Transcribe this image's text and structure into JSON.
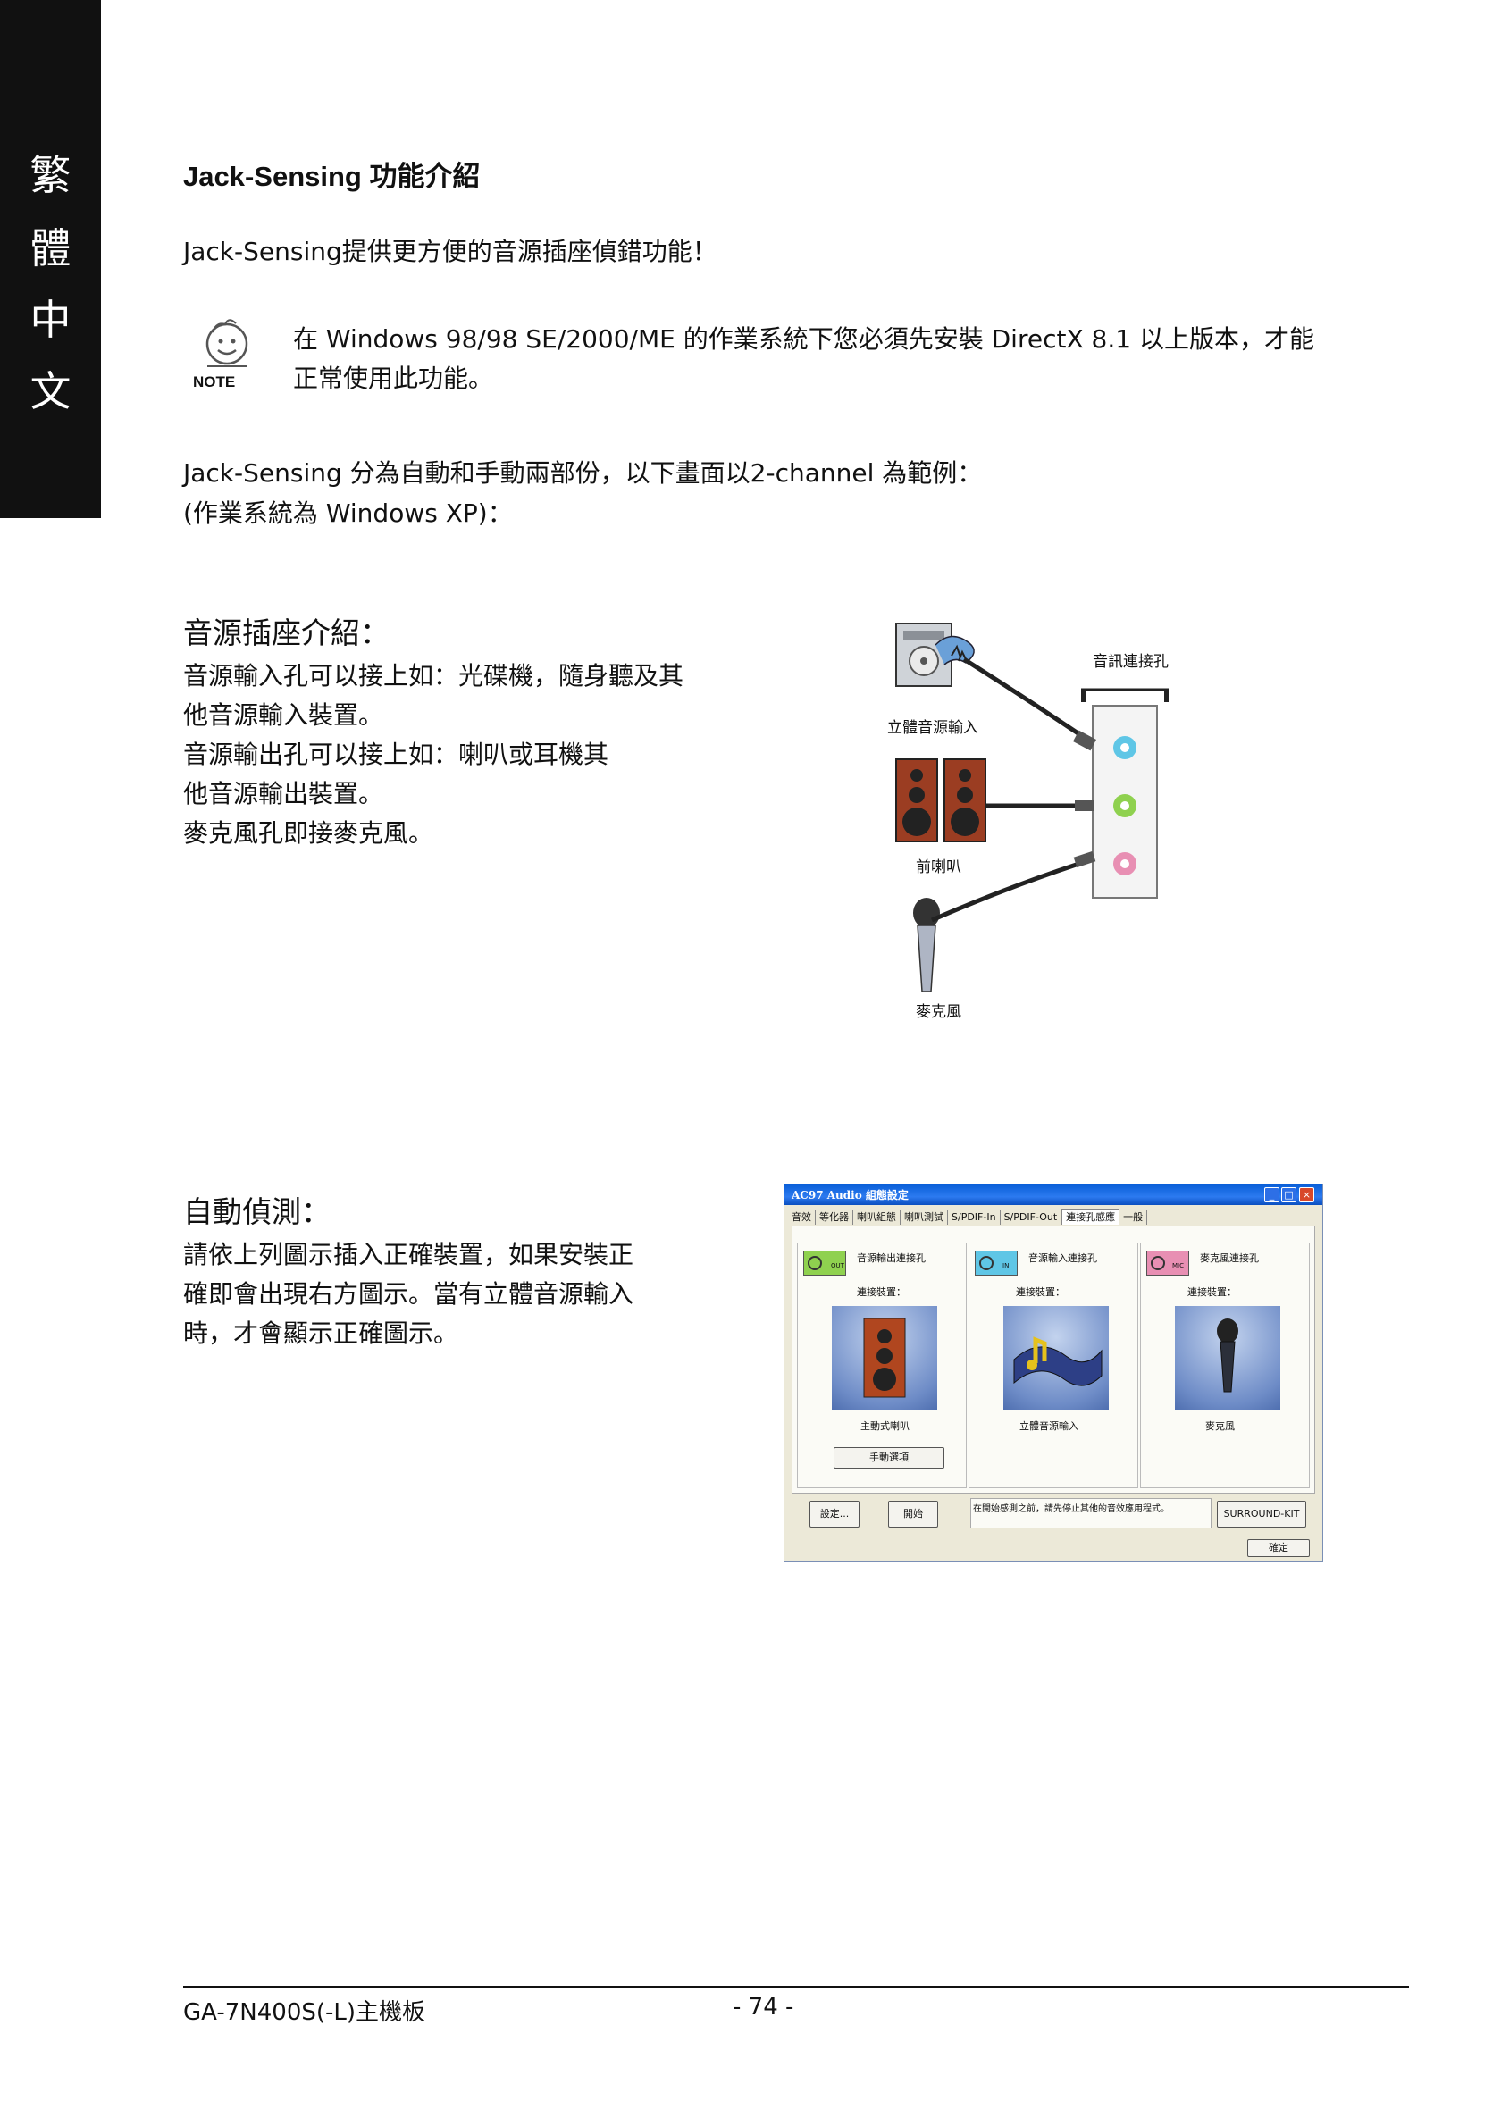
{
  "side_tab": {
    "chars": [
      "繁",
      "體",
      "中",
      "文"
    ]
  },
  "heading": "Jack-Sensing 功能介紹",
  "intro": "Jack-Sensing提供更方便的音源插座偵錯功能！",
  "note": {
    "icon_label": "NOTE",
    "line1": "在 Windows 98/98 SE/2000/ME 的作業系統下您必須先安裝 DirectX 8.1 以上版本，才能",
    "line2": "正常使用此功能。"
  },
  "para": {
    "line1": "Jack-Sensing 分為自動和手動兩部份，以下畫面以2-channel 為範例：",
    "line2": "(作業系統為 Windows XP)："
  },
  "jack_section": {
    "title": "音源插座介紹：",
    "lines": [
      "音源輸入孔可以接上如：光碟機，隨身聽及其",
      "他音源輸入裝置。",
      "音源輸出孔可以接上如：喇叭或耳機其",
      "他音源輸出裝置。",
      "麥克風孔即接麥克風。"
    ]
  },
  "diagram": {
    "label_jacks": "音訊連接孔",
    "label_line_in": "立體音源輸入",
    "label_speakers": "前喇叭",
    "label_mic": "麥克風",
    "colors": {
      "line_in": "#5fc6e6",
      "line_out": "#8fd14f",
      "mic": "#e88fb3"
    }
  },
  "auto_section": {
    "title": "自動偵測：",
    "lines": [
      "請依上列圖示插入正確裝置，如果安裝正",
      "確即會出現右方圖示。當有立體音源輸入",
      "時，才會顯示正確圖示。"
    ]
  },
  "dialog": {
    "title": "AC97 Audio 組態設定",
    "buttons": {
      "minimize": "_",
      "maximize": "□",
      "close": "×"
    },
    "tabs": [
      "音效",
      "等化器",
      "喇叭組態",
      "喇叭測試",
      "S/PDIF-In",
      "S/PDIF-Out",
      "連接孔感應",
      "一般"
    ],
    "active_tab": "連接孔感應",
    "groups": [
      {
        "port": "音源輸出連接孔",
        "device_label": "連接裝置：",
        "caption": "主動式喇叭",
        "jack_color": "#8fd14f",
        "jack_tag": "OUT"
      },
      {
        "port": "音源輸入連接孔",
        "device_label": "連接裝置：",
        "caption": "立體音源輸入",
        "jack_color": "#5fc6e6",
        "jack_tag": "IN"
      },
      {
        "port": "麥克風連接孔",
        "device_label": "連接裝置：",
        "caption": "麥克風",
        "jack_color": "#e88fb3",
        "jack_tag": "MIC"
      }
    ],
    "manual_button": "手動選項",
    "settings_button": "設定...",
    "start_button": "開始",
    "hint": "在開始感測之前，請先停止其他的音效應用程式。",
    "surround_button": "SURROUND-KIT",
    "ok_button": "確定"
  },
  "footer": {
    "model": "GA-7N400S(-L)主機板",
    "page": "- 74 -"
  }
}
